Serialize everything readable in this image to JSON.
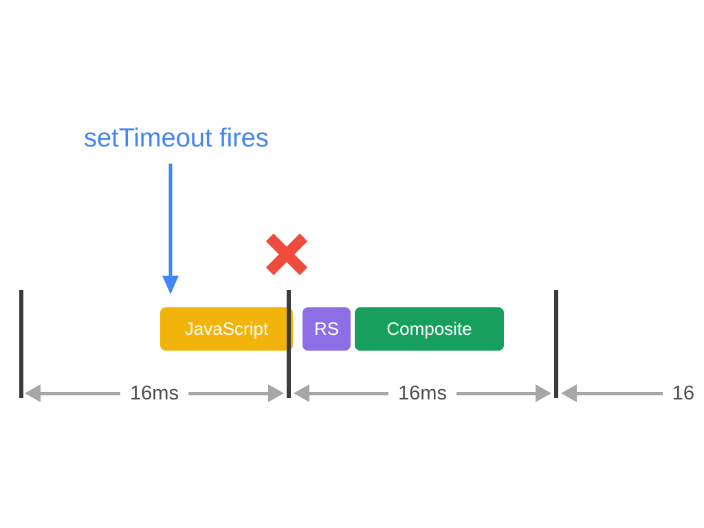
{
  "diagram": {
    "annotation": {
      "label": "setTimeout fires"
    },
    "frame_blocks": [
      {
        "label": "JavaScript",
        "color": "#f2b40a",
        "text_color": "#ffffff"
      },
      {
        "label": "RS",
        "color": "#8c6fe6",
        "text_color": "#ffffff"
      },
      {
        "label": "Composite",
        "color": "#17a05d",
        "text_color": "#ffffff"
      }
    ],
    "frame_intervals": [
      {
        "label": "16ms"
      },
      {
        "label": "16ms"
      },
      {
        "label": "16"
      }
    ],
    "icons": {
      "settimeout_arrow": "down-arrow",
      "dropped_frame": "x-mark"
    },
    "colors": {
      "annotation_blue": "#4285f4",
      "error_red": "#f14b3e",
      "frame_boundary_bar": "#3b3b3b",
      "measure_arrow_gray": "#a6a6a6",
      "measure_label_gray": "#4d4d4d",
      "background": "#ffffff"
    }
  }
}
